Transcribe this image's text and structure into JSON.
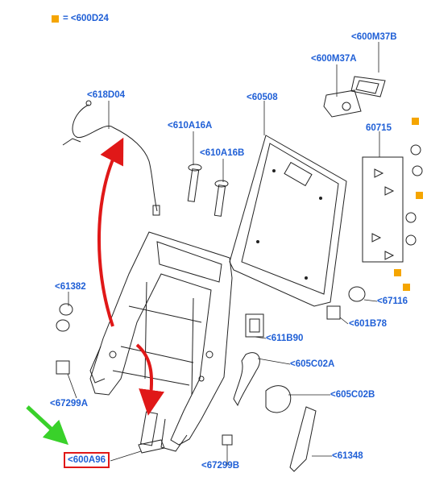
{
  "legend": {
    "label": "= <600D24",
    "marker_color": "#f5a500"
  },
  "colors": {
    "callout": "#1f5fd6",
    "highlight_box": "#e01818",
    "arrow_red": "#e01818",
    "arrow_green": "#39d12a",
    "line": "#222222",
    "fastener_marker": "#f5a500"
  },
  "callouts": [
    {
      "id": "600M37B",
      "text": "<600M37B"
    },
    {
      "id": "600M37A",
      "text": "<600M37A"
    },
    {
      "id": "618D04",
      "text": "<618D04"
    },
    {
      "id": "60508",
      "text": "<60508"
    },
    {
      "id": "610A16A",
      "text": "<610A16A"
    },
    {
      "id": "610A16B",
      "text": "<610A16B"
    },
    {
      "id": "60715",
      "text": "60715"
    },
    {
      "id": "61382",
      "text": "<61382"
    },
    {
      "id": "67116",
      "text": "<67116"
    },
    {
      "id": "601B78",
      "text": "<601B78"
    },
    {
      "id": "611B90",
      "text": "<611B90"
    },
    {
      "id": "605C02A",
      "text": "<605C02A"
    },
    {
      "id": "605C02B",
      "text": "<605C02B"
    },
    {
      "id": "67299A",
      "text": "<67299A"
    },
    {
      "id": "600A96",
      "text": "<600A96",
      "highlighted": true
    },
    {
      "id": "67299B",
      "text": "<67299B"
    },
    {
      "id": "61348",
      "text": "<61348"
    }
  ]
}
